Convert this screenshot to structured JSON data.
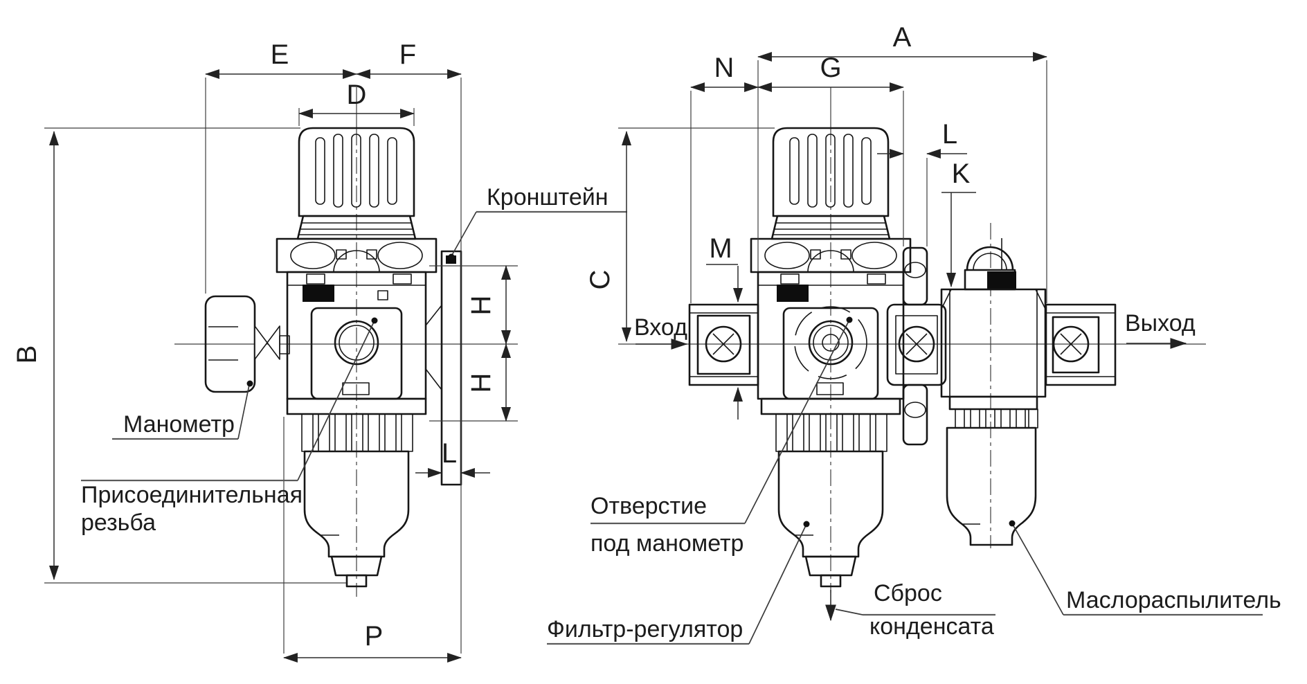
{
  "diagram": {
    "background": "#ffffff",
    "line_color": "#161616",
    "views": {
      "left": {
        "dims": {
          "E": "E",
          "F": "F",
          "D": "D",
          "B": "B",
          "H_top": "H",
          "H_bottom": "H",
          "L": "L",
          "P": "P"
        },
        "labels": {
          "bracket": "Кронштейн",
          "gauge": "Манометр",
          "thread_line1": "Присоединительная",
          "thread_line2": "резьба"
        }
      },
      "right": {
        "dims": {
          "A": "A",
          "N": "N",
          "G": "G",
          "L": "L",
          "K": "K",
          "M": "M",
          "C": "C"
        },
        "labels": {
          "inlet": "Вход",
          "outlet": "Выход",
          "gauge_port_line1": "Отверстие",
          "gauge_port_line2": "под манометр",
          "filter_regulator": "Фильтр-регулятор",
          "condensate_line1": "Сброс",
          "condensate_line2": "конденсата",
          "lubricator": "Маслораспылитель"
        }
      }
    }
  }
}
